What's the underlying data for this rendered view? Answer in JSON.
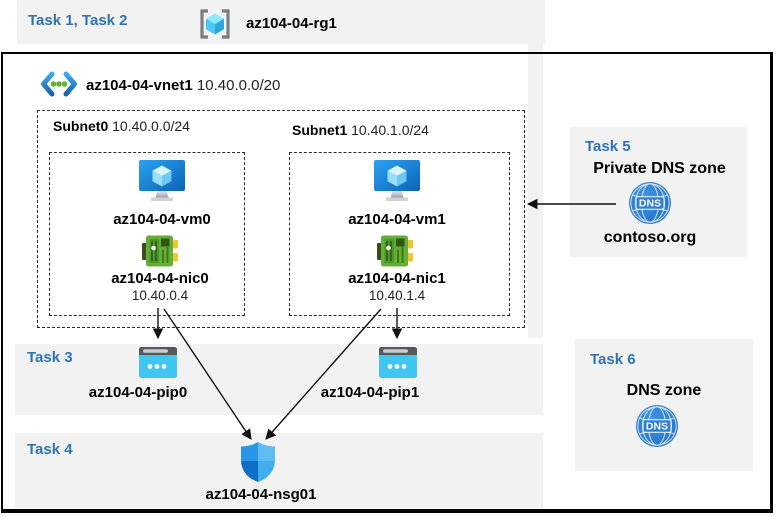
{
  "colors": {
    "accent_blue": "#2E74B5",
    "band_gray": "#F2F2F2"
  },
  "header": {
    "task_label": "Task 1, Task 2",
    "resource_group": "az104-04-rg1"
  },
  "vnet": {
    "name": "az104-04-vnet1",
    "cidr": "10.40.0.0/20"
  },
  "subnets": [
    {
      "name": "Subnet0",
      "cidr": "10.40.0.0/24",
      "vm": "az104-04-vm0",
      "nic": "az104-04-nic0",
      "nic_ip": "10.40.0.4"
    },
    {
      "name": "Subnet1",
      "cidr": "10.40.1.0/24",
      "vm": "az104-04-vm1",
      "nic": "az104-04-nic1",
      "nic_ip": "10.40.1.4"
    }
  ],
  "task3": {
    "task_label": "Task 3",
    "pip0": "az104-04-pip0",
    "pip1": "az104-04-pip1"
  },
  "task4": {
    "task_label": "Task 4",
    "nsg": "az104-04-nsg01"
  },
  "task5": {
    "task_label": "Task 5",
    "title": "Private DNS zone",
    "zone_name": "contoso.org",
    "dns_icon_text": "DNS"
  },
  "task6": {
    "task_label": "Task 6",
    "title": "DNS zone",
    "dns_icon_text": "DNS"
  }
}
